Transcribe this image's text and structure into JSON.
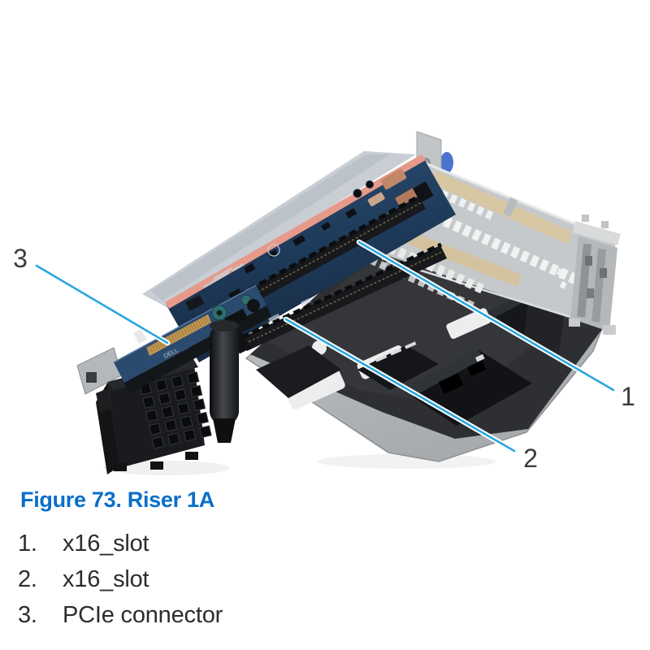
{
  "figure": {
    "caption": "Figure 73. Riser 1A",
    "board_print": "DELL",
    "callouts": [
      {
        "number": "1"
      },
      {
        "number": "2"
      },
      {
        "number": "3"
      }
    ]
  },
  "list": {
    "items": [
      {
        "num": "1.",
        "label": "x16_slot"
      },
      {
        "num": "2.",
        "label": "x16_slot"
      },
      {
        "num": "3.",
        "label": "PCIe connector"
      }
    ]
  },
  "colors": {
    "callout_line": "#29A7E0",
    "caption_blue": "#0B6ECB",
    "list_text": "#2C2C2E",
    "callout_number": "#3A3C3E",
    "pcb_navy": "#20395A",
    "pcb_edge_salmon": "#E69A8B",
    "cage_gray": "#C6C9CB",
    "filler_blank_tan": "#D8C7A3",
    "gold_fingers": "#C49A55",
    "interior_charcoal": "#2D2F32",
    "tray_gray": "#B3B6B8",
    "plastic_black": "#17191D"
  }
}
